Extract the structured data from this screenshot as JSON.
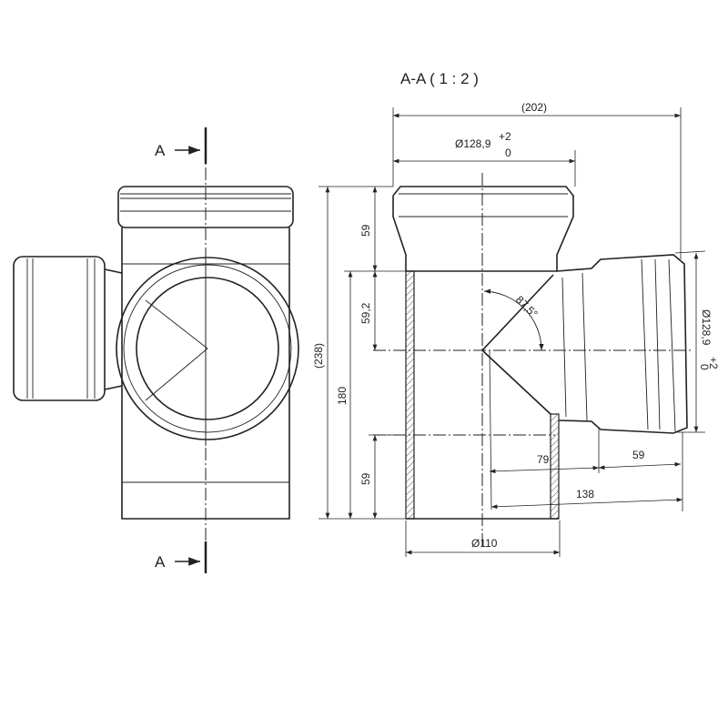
{
  "section_title": "A-A ( 1 : 2 )",
  "section_markers": [
    "A",
    "A"
  ],
  "dimensions": {
    "overall_width": "(202)",
    "socket_diameter_top": "Ø128,9",
    "tol_upper": "+2",
    "tol_lower": "0",
    "socket_depth_top": "59",
    "branch_offset": "59,2",
    "overall_height": "(238)",
    "body_height": "180",
    "socket_depth_bottom": "59",
    "angle": "87,5°",
    "socket_diameter_branch": "Ø128,9",
    "branch_inner": "79",
    "branch_socket": "59",
    "branch_length": "138",
    "pipe_diameter": "Ø110"
  },
  "colors": {
    "line": "#222222",
    "background": "#ffffff"
  }
}
